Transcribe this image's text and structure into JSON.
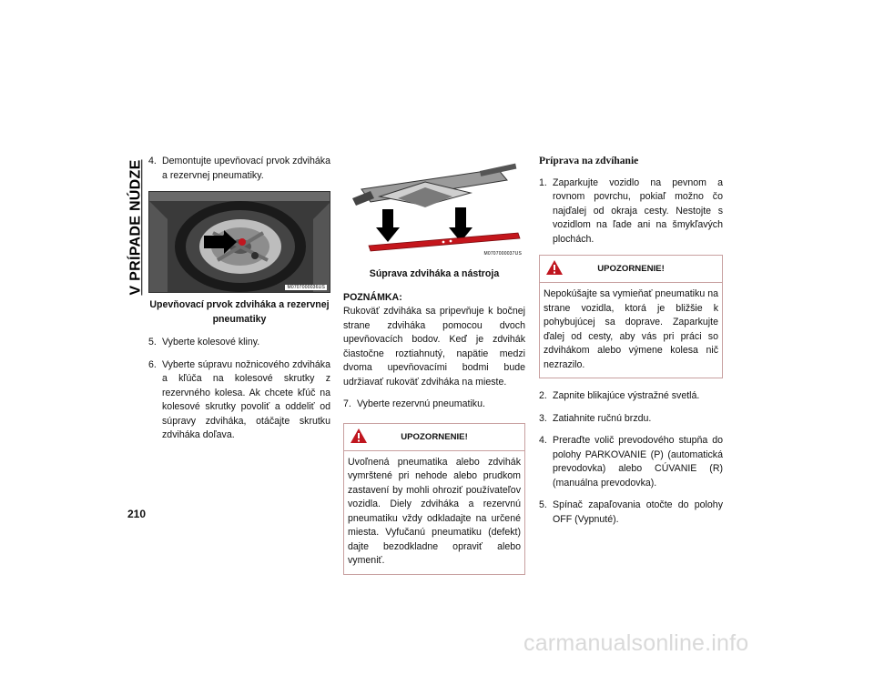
{
  "side_title": "V PRÍPADE NÚDZE",
  "page_number": "210",
  "col1": {
    "step4_num": "4.",
    "step4_text": "Demontujte upevňovací prvok zdviháka a rezervnej pneumatiky.",
    "figure1_code": "M0707000036US",
    "figure1_caption": "Upevňovací prvok zdviháka a rezervnej pneumatiky",
    "step5_num": "5.",
    "step5_text": "Vyberte kolesové kliny.",
    "step6_num": "6.",
    "step6_text": "Vyberte súpravu nožnicového zdviháka a kľúča na kolesové skrutky z rezervného kolesa. Ak chcete kľúč na kolesové skrutky povoliť a oddeliť od súpravy zdviháka, otáčajte skrutku zdviháka doľava."
  },
  "col2": {
    "figure2_code": "M0707000037US",
    "figure2_caption": "Súprava zdviháka a nástroja",
    "note_title": "POZNÁMKA:",
    "note_text": "Rukoväť zdviháka sa pripevňuje k bočnej strane zdviháka pomocou dvoch upevňovacích bodov. Keď je zdvihák čiastočne roztiahnutý, napätie medzi dvoma upevňovacími bodmi bude udržiavať rukoväť zdviháka na mieste.",
    "step7_num": "7.",
    "step7_text": "Vyberte rezervnú pneumatiku.",
    "warning_label": "UPOZORNENIE!",
    "warning_text": "Uvoľnená pneumatika alebo zdvihák vymrštené pri nehode alebo prudkom zastavení by mohli ohroziť používateľov vozidla. Diely zdviháka a rezervnú pneumatiku vždy odkladajte na určené miesta. Vyfučanú pneumatiku (defekt) dajte bezodkladne opraviť alebo vymeniť."
  },
  "col3": {
    "section_title": "Príprava na zdvíhanie",
    "step1_num": "1.",
    "step1_text": "Zaparkujte vozidlo na pevnom a rovnom povrchu, pokiaľ možno čo najďalej od okraja cesty. Nestojte s vozidlom na ľade ani na šmykľavých plochách.",
    "warning_label": "UPOZORNENIE!",
    "warning_text": "Nepokúšajte sa vymieňať pneumatiku na strane vozidla, ktorá je bližšie k pohybujúcej sa doprave. Zaparkujte ďalej od cesty, aby vás pri práci so zdvihákom alebo výmene kolesa nič nezrazilo.",
    "step2_num": "2.",
    "step2_text": "Zapnite blikajúce výstražné svetlá.",
    "step3_num": "3.",
    "step3_text": "Zatiahnite ručnú brzdu.",
    "step4_num": "4.",
    "step4_text": "Preraďte volič prevodového stupňa do polohy PARKOVANIE (P) (automatická prevodovka) alebo CÚVANIE (R) (manuálna prevodovka).",
    "step5_num": "5.",
    "step5_text": "Spínač zapaľovania otočte do polohy OFF (Vypnuté)."
  },
  "watermark": "carmanualsonline.info",
  "colors": {
    "warning_border": "#c8a0a0",
    "warning_icon": "#c0161f",
    "bar_red": "#c4161c"
  }
}
